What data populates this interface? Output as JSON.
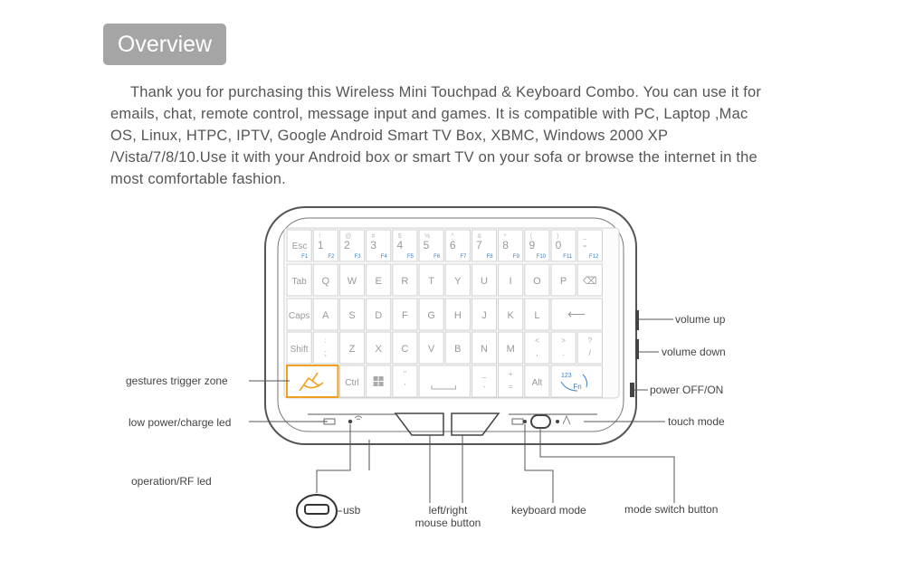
{
  "heading": "Overview",
  "intro": "Thank you for purchasing this Wireless Mini Touchpad & Keyboard Combo. You can use it for emails, chat, remote control, message input and games. It is compatible with PC, Laptop ,Mac OS, Linux, HTPC, IPTV, Google Android Smart TV Box, XBMC, Windows 2000 XP /Vista/7/8/10.Use it with your Android box or smart TV on your sofa or browse the internet in the most comfortable fashion.",
  "labels": {
    "volume_up": "volume up",
    "volume_down": "volume down",
    "power": "power OFF/ON",
    "touch_mode": "touch mode",
    "gestures": "gestures trigger zone",
    "low_power": "low power/charge led",
    "operation_led": "operation/RF led",
    "usb": "usb",
    "mouse_button": "left/right\nmouse button",
    "keyboard_mode": "keyboard mode",
    "mode_switch": "mode switch button"
  },
  "keyboard": {
    "row1": [
      {
        "top": "",
        "main": "Esc",
        "fn": "F1"
      },
      {
        "top": "!",
        "main": "1",
        "fn": "F2"
      },
      {
        "top": "@",
        "main": "2",
        "fn": "F3"
      },
      {
        "top": "#",
        "main": "3",
        "fn": "F4"
      },
      {
        "top": "$",
        "main": "4",
        "fn": "F5"
      },
      {
        "top": "%",
        "main": "5",
        "fn": "F6"
      },
      {
        "top": "^",
        "main": "6",
        "fn": "F7"
      },
      {
        "top": "&",
        "main": "7",
        "fn": "F8"
      },
      {
        "top": "*",
        "main": "8",
        "fn": "F9"
      },
      {
        "top": "(",
        "main": "9",
        "fn": "F10"
      },
      {
        "top": ")",
        "main": "0",
        "fn": "F11"
      },
      {
        "top": "_",
        "main": "-",
        "fn": "F12"
      }
    ],
    "row2": [
      "Tab",
      "Q",
      "W",
      "E",
      "R",
      "T",
      "Y",
      "U",
      "I",
      "O",
      "P",
      "⌫"
    ],
    "row3": [
      "Caps",
      "A",
      "S",
      "D",
      "F",
      "G",
      "H",
      "J",
      "K",
      "L"
    ],
    "row3_enter": "⟵",
    "row4": [
      {
        "top": "",
        "main": "Shift"
      },
      {
        "top": ":",
        "main": ";"
      },
      {
        "top": "",
        "main": "Z"
      },
      {
        "top": "",
        "main": "X"
      },
      {
        "top": "",
        "main": "C"
      },
      {
        "top": "",
        "main": "V"
      },
      {
        "top": "",
        "main": "B"
      },
      {
        "top": "",
        "main": "N"
      },
      {
        "top": "",
        "main": "M"
      },
      {
        "top": "<",
        "main": ","
      },
      {
        "top": ">",
        "main": "."
      },
      {
        "top": "?",
        "main": "/"
      }
    ],
    "ctrl": "Ctrl",
    "plus_top": "+",
    "plus_bottom": "=",
    "minus_top": "_",
    "minus_bottom": "-",
    "alt": "Alt",
    "fn_top": "123",
    "fn_bottom": "Fn",
    "quote_top": "\"",
    "quote_bottom": "'"
  },
  "colors": {
    "accent": "#f0a020",
    "line": "#555555",
    "fn_blue": "#3a7fc0",
    "heading_bg": "#a5a5a5"
  }
}
